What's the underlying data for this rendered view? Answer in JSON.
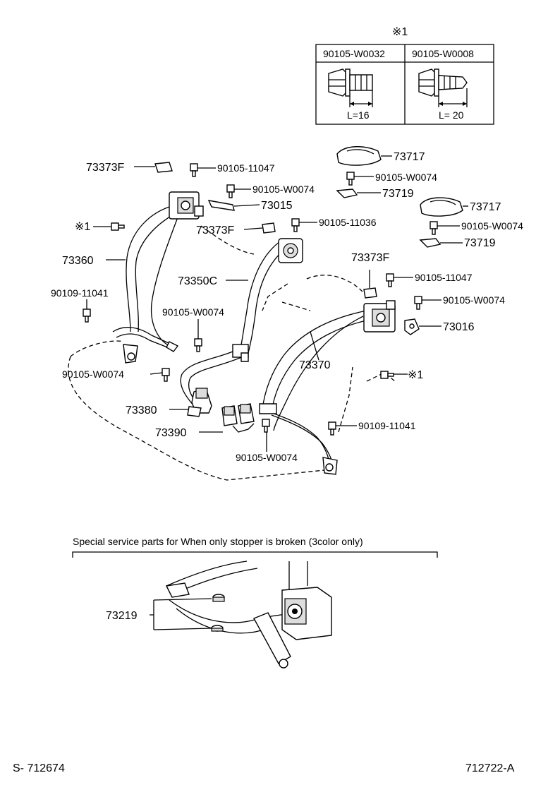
{
  "spec_table": {
    "marker": "※1",
    "columns": [
      {
        "part_no": "90105-W0032",
        "length": "L=16"
      },
      {
        "part_no": "90105-W0008",
        "length": "L= 20"
      }
    ]
  },
  "callouts": {
    "c73373F_a": "73373F",
    "c90105_11047_a": "90105-11047",
    "c90105_W0074_a": "90105-W0074",
    "c73015": "73015",
    "c_ref1_a": "※1",
    "c73373F_b": "73373F",
    "c90105_11036": "90105-11036",
    "c73360": "73360",
    "c73350C": "73350C",
    "c90109_11041_a": "90109-11041",
    "c90105_W0074_b": "90105-W0074",
    "c90105_W0074_c": "90105-W0074",
    "c73380": "73380",
    "c73390": "73390",
    "c90105_W0074_d": "90105-W0074",
    "c73717_a": "73717",
    "c90105_W0074_e": "90105-W0074",
    "c73719_a": "73719",
    "c73717_b": "73717",
    "c90105_W0074_f": "90105-W0074",
    "c73719_b": "73719",
    "c73373F_c": "73373F",
    "c90105_11047_b": "90105-11047",
    "c90105_W0074_g": "90105-W0074",
    "c73016": "73016",
    "c73370": "73370",
    "c_ref1_b": "※1",
    "c90109_11041_b": "90109-11041"
  },
  "special_section": {
    "title": "Special service parts for When only stopper is broken (3color only)",
    "part": "73219"
  },
  "footer": {
    "left": "S- 712674",
    "right": "712722-A"
  }
}
